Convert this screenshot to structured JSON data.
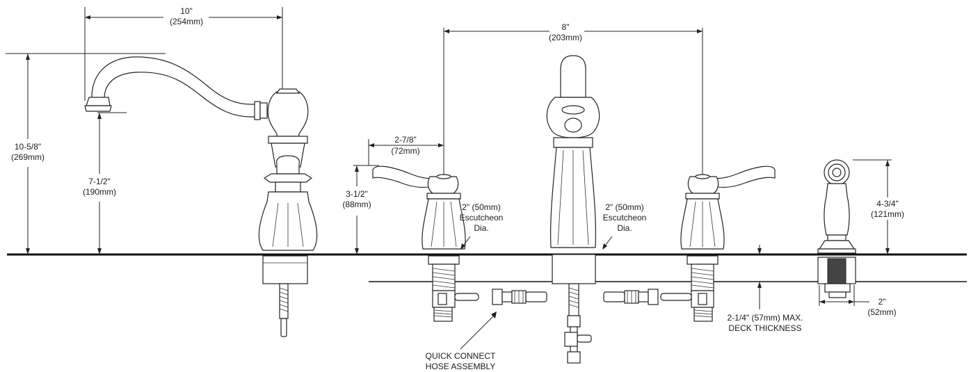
{
  "dimensions": {
    "spout_reach": {
      "value": "10\"",
      "metric": "(254mm)"
    },
    "overall_height": {
      "value": "10-5/8\"",
      "metric": "(269mm)"
    },
    "spout_height": {
      "value": "7-1/2\"",
      "metric": "(190mm)"
    },
    "handle_spread": {
      "value": "8\"",
      "metric": "(203mm)"
    },
    "handle_reach": {
      "value": "2-7/8\"",
      "metric": "(72mm)"
    },
    "handle_height": {
      "value": "3-1/2\"",
      "metric": "(88mm)"
    },
    "escutcheon_left": {
      "value": "2\" (50mm)",
      "line2": "Escutcheon",
      "line3": "Dia."
    },
    "escutcheon_right": {
      "value": "2\" (50mm)",
      "line2": "Escutcheon",
      "line3": "Dia."
    },
    "spray_height": {
      "value": "4-3/4\"",
      "metric": "(121mm)"
    },
    "spray_width": {
      "value": "2\"",
      "metric": "(52mm)"
    },
    "deck_thickness": {
      "line1": "2-1/4\" (57mm) MAX.",
      "line2": "DECK THICKNESS"
    }
  },
  "callouts": {
    "quick_connect": {
      "line1": "QUICK CONNECT",
      "line2": "HOSE ASSEMBLY"
    }
  }
}
